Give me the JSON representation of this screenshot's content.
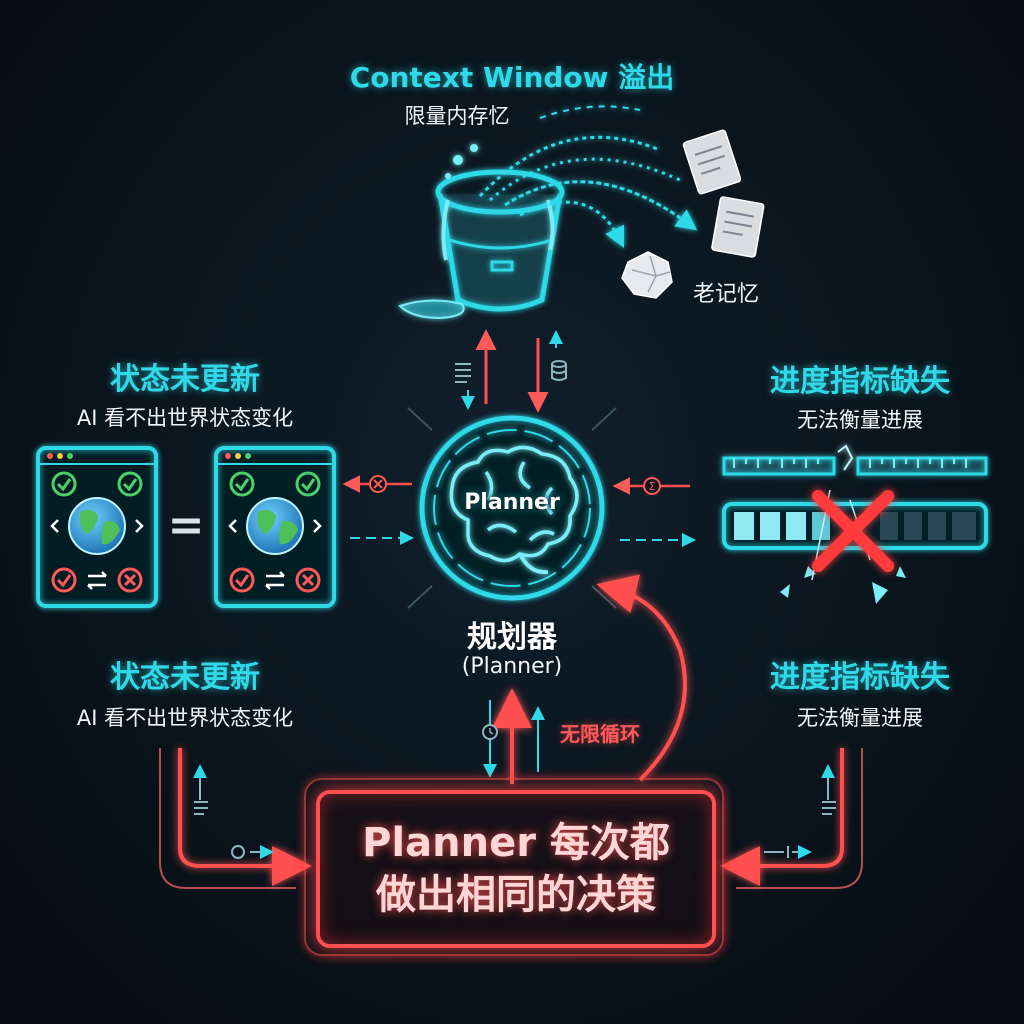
{
  "top": {
    "title": "Context Window 溢出",
    "subtitle": "限量内存忆",
    "old_memory_label": "老记忆"
  },
  "left": {
    "title_upper": "状态未更新",
    "subtitle_upper": "AI 看不出世界状态变化",
    "title_lower": "状态未更新",
    "subtitle_lower": "AI 看不出世界状态变化",
    "equals_sign": "="
  },
  "right": {
    "title_upper": "进度指标缺失",
    "subtitle_upper": "无法衡量进展",
    "title_lower": "进度指标缺失",
    "subtitle_lower": "无法衡量进展"
  },
  "center": {
    "brain_label": "Planner",
    "name_cn": "规划器",
    "name_en": "(Planner)"
  },
  "loop_label": "无限循环",
  "decision": {
    "line1": "Planner 每次都",
    "line2": "做出相同的决策"
  },
  "colors": {
    "cyan": "#2fd9e8",
    "red": "#ff4f4f",
    "green": "#4ccf6a",
    "background": "#0a141c"
  }
}
